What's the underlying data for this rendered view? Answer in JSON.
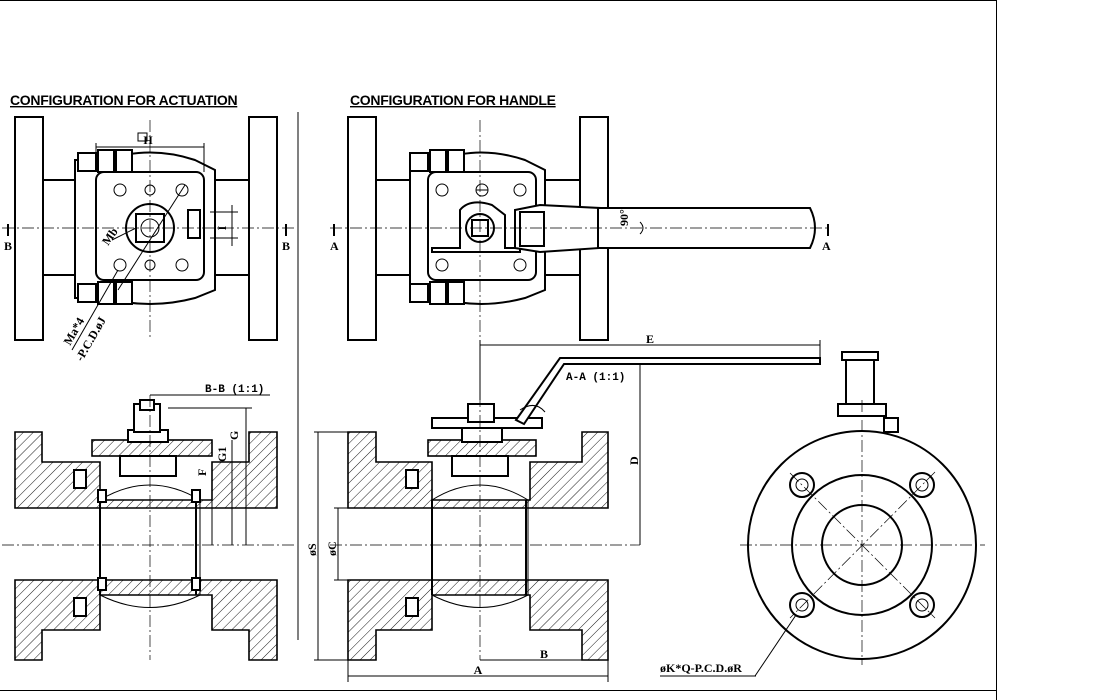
{
  "headers": {
    "actuation": "CONFIGURATION FOR ACTUATION",
    "handle": "CONFIGURATION FOR HANDLE"
  },
  "sections": {
    "bb": "B-B (1:1)",
    "aa": "A-A (1:1)"
  },
  "section_marks": {
    "b_left": "B",
    "b_right": "B",
    "a_left": "A",
    "a_right": "A"
  },
  "dimensions": {
    "H": "H",
    "I": "I",
    "Mb": "Mb",
    "Ma": "Ma*4",
    "pcd_j": "-P.C.D.øJ",
    "G": "G",
    "G1": "G1",
    "F": "F",
    "S": "øS",
    "C": "øC",
    "A": "A",
    "B": "B",
    "D": "D",
    "E": "E",
    "handle_angle": "90°",
    "bolt_note": "øK*Q-P.C.D.øR"
  }
}
